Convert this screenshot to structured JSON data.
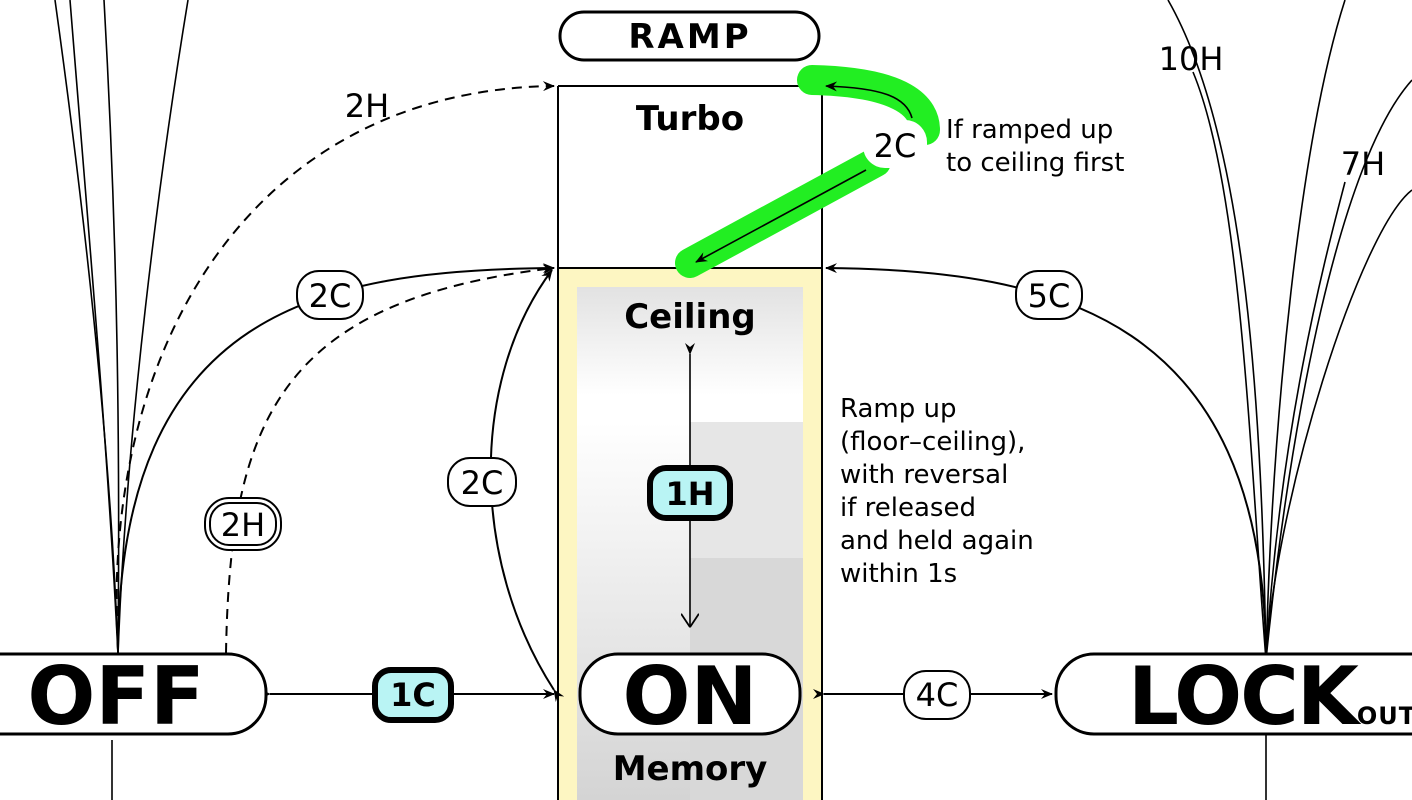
{
  "colors": {
    "ramp_band": "#fdf6c2",
    "ramp_band_border": "#f1e38c",
    "highlight": "#22ee22",
    "chip_fill": "#b9f4f4",
    "node_stroke": "#000000"
  },
  "states": {
    "ramp": "RAMP",
    "turbo": "Turbo",
    "ceiling": "Ceiling",
    "on": "ON",
    "memory": "Memory",
    "off": "OFF",
    "lockout_main": "LOCK",
    "lockout_sub": "OUT"
  },
  "edges": {
    "off_to_turbo": "2H",
    "off_to_ceiling": "2C",
    "off_to_ceiling_dashed": "2H",
    "on_to_ceiling": "2C",
    "hold_ramp": "1H",
    "off_on": "1C",
    "on_lock": "4C",
    "lock_to_ceiling": "5C",
    "turbo_to_ceiling": "2C",
    "lock_up_1": "10H",
    "lock_up_2": "7H"
  },
  "notes": {
    "turbo_note": [
      "If ramped up",
      "to ceiling first"
    ],
    "ramp_note": [
      "Ramp up",
      "(floor–ceiling),",
      "with reversal",
      "if released",
      "and held again",
      "within 1s"
    ]
  }
}
